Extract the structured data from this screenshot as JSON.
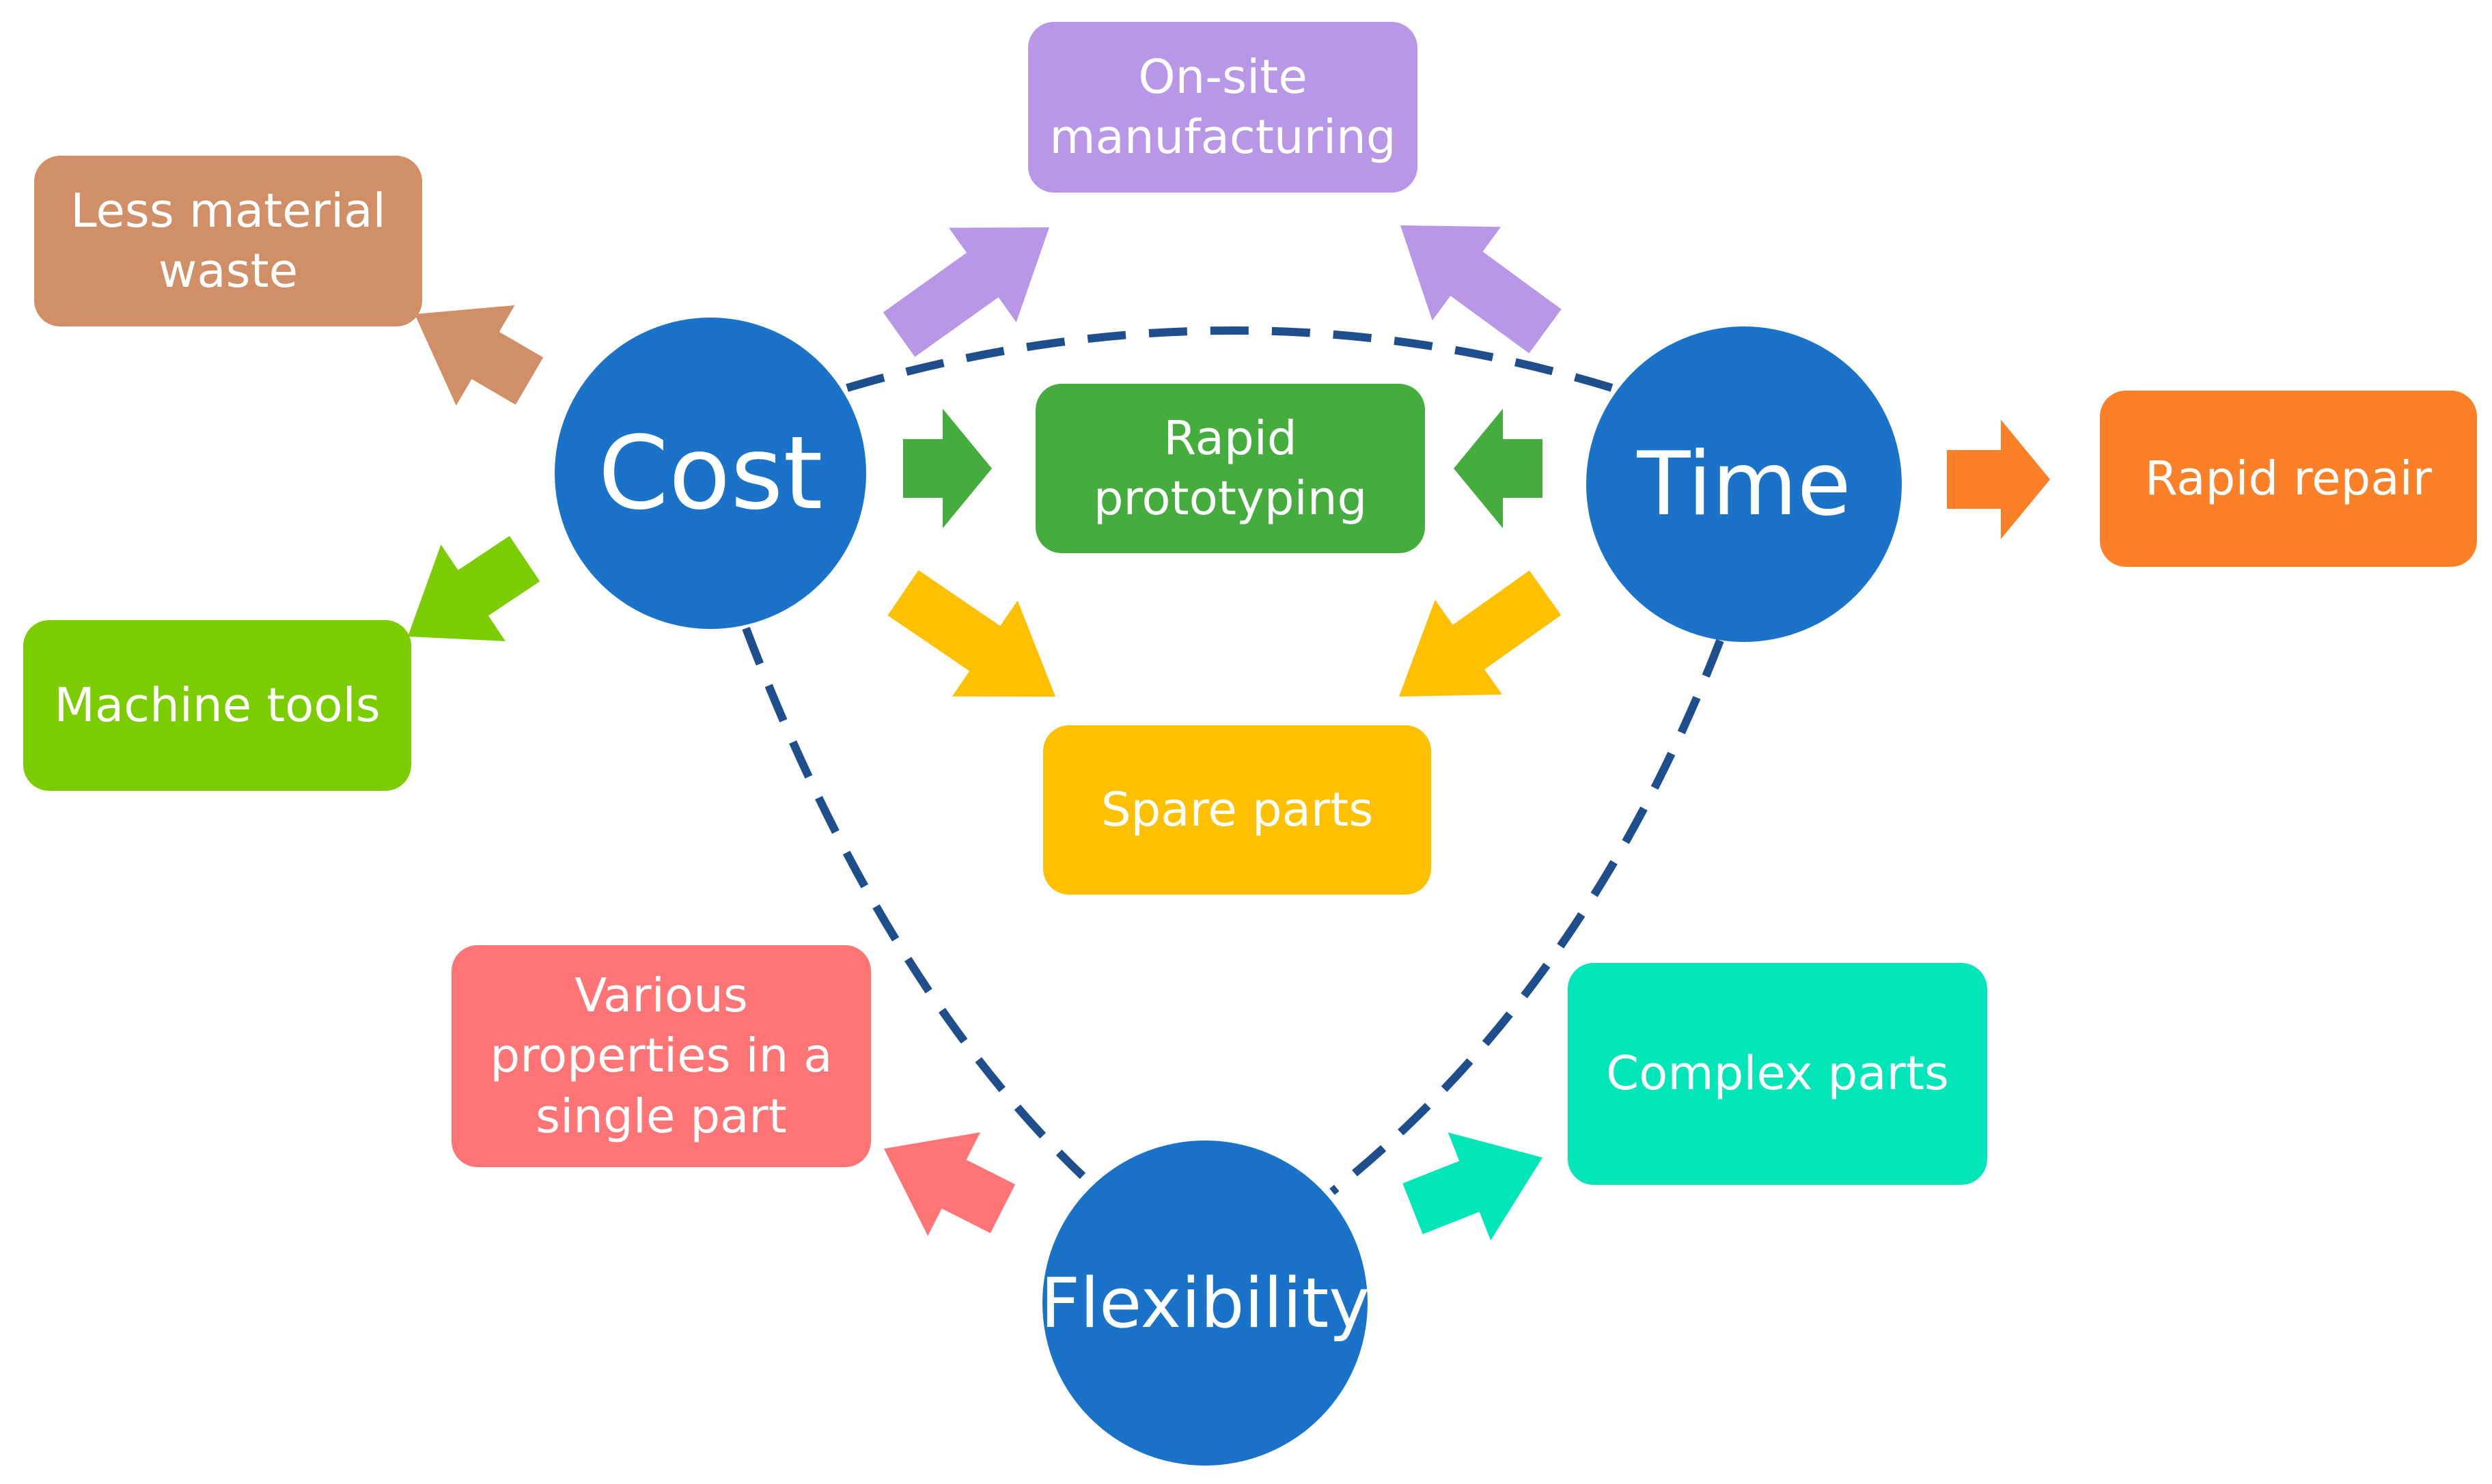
{
  "hubs": {
    "cost": "Cost",
    "time": "Time",
    "flexibility": "Flexibility"
  },
  "outcomes": {
    "onsite": "On-site\nmanufacturing",
    "less_waste": "Less material\nwaste",
    "rapid_prototyping": "Rapid\nprototyping",
    "rapid_repair": "Rapid repair",
    "machine_tools": "Machine tools",
    "spare_parts": "Spare parts",
    "various_properties": "Various\nproperties in a\nsingle part",
    "complex_parts": "Complex parts"
  },
  "colors": {
    "hub": "#1a73c8",
    "connector": "#1f4e8c",
    "onsite": "#b897e6",
    "less_waste": "#d08f67",
    "rapid_prototyping": "#45ad3d",
    "rapid_repair": "#fb8027",
    "machine_tools": "#7ccc02",
    "spare_parts": "#ffc000",
    "various_properties": "#ff7474",
    "complex_parts": "#00e6b8"
  }
}
